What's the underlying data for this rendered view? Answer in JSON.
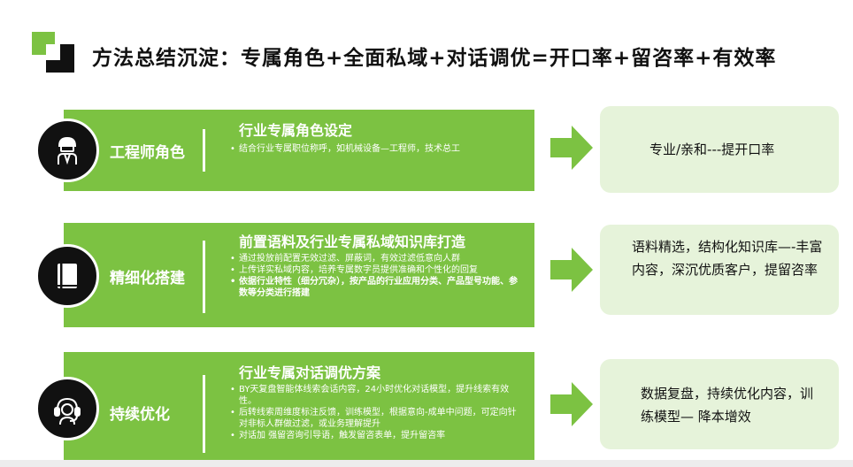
{
  "title": "方法总结沉淀：专属角色+全面私域+对话调优=开口率+留咨率+有效率",
  "colors": {
    "accent": "#7cc242",
    "result_bg": "#e6f3da",
    "dark": "#111111"
  },
  "rows": [
    {
      "icon": "engineer-icon",
      "role": "工程师角色",
      "heading": "行业专属角色设定",
      "bullets": [
        {
          "text": "结合行业专属职位称呼，如机械设备—工程师，技术总工",
          "bold": false
        }
      ],
      "result": "专业/亲和---提开口率"
    },
    {
      "icon": "book-icon",
      "role": "精细化搭建",
      "heading": "前置语料及行业专属私域知识库打造",
      "bullets": [
        {
          "text": "通过投放前配置无效过滤、屏蔽词，有效过滤低意向人群",
          "bold": false
        },
        {
          "text": "上传详实私域内容，培养专属数字员提供准确和个性化的回复",
          "bold": false
        },
        {
          "text": "依据行业特性（细分冗杂），按产品的行业应用分类、产品型号功能、参数等分类进行搭建",
          "bold": true
        }
      ],
      "result": "语料精选，结构化知识库—-丰富内容，深沉优质客户，提留咨率"
    },
    {
      "icon": "headset-icon",
      "role": "持续优化",
      "heading": "行业专属对话调优方案",
      "bullets": [
        {
          "text": "BY天复盘智能体线索会话内容，24小时优化对话模型，提升线索有效性。",
          "bold": false
        },
        {
          "text": "后转线索周维度标注反馈，训练模型，根据意向-成单中问题，可定向针对非标人群做过滤，或业务理解提升",
          "bold": false
        },
        {
          "text": "对话加 强留咨询引导语，触发留咨表单，提升留咨率",
          "bold": false
        }
      ],
      "result": "数据复盘，持续优化内容，训练模型— 降本增效"
    }
  ]
}
